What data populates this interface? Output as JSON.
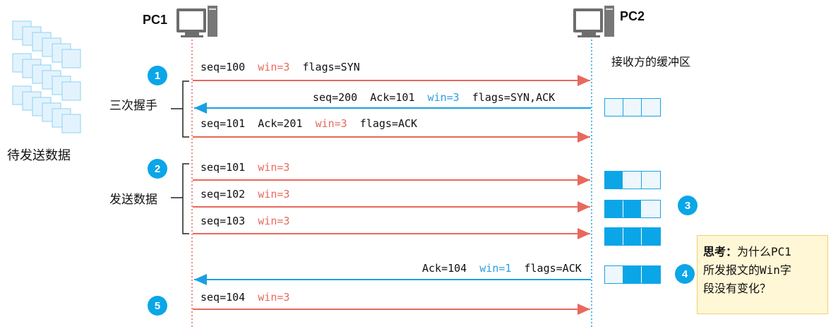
{
  "pc1": {
    "label": "PC1"
  },
  "pc2": {
    "label": "PC2"
  },
  "pending_label": "待发送数据",
  "buffer_label": "接收方的缓冲区",
  "groups": {
    "handshake": "三次握手",
    "send": "发送数据"
  },
  "steps": [
    "1",
    "2",
    "3",
    "4",
    "5"
  ],
  "messages": [
    {
      "seq": "seq=100",
      "win": "win=3",
      "flags": "flags=SYN"
    },
    {
      "seq": "seq=200",
      "ack": "Ack=101",
      "win": "win=3",
      "flags": "flags=SYN,ACK"
    },
    {
      "seq": "seq=101",
      "ack": "Ack=201",
      "win": "win=3",
      "flags": "flags=ACK"
    },
    {
      "seq": "seq=101",
      "win": "win=3"
    },
    {
      "seq": "seq=102",
      "win": "win=3"
    },
    {
      "seq": "seq=103",
      "win": "win=3"
    },
    {
      "ack": "Ack=104",
      "win": "win=1",
      "flags": "flags=ACK"
    },
    {
      "seq": "seq=104",
      "win": "win=3"
    }
  ],
  "buffer_states": [
    {
      "filled": [
        false,
        false,
        false
      ]
    },
    {
      "filled": [
        true,
        false,
        false
      ]
    },
    {
      "filled": [
        true,
        true,
        false
      ]
    },
    {
      "filled": [
        true,
        true,
        true
      ]
    },
    {
      "filled": [
        false,
        true,
        true
      ]
    }
  ],
  "note": {
    "title": "思考：",
    "text1": "为什么PC1",
    "text2": "所发报文的Win字",
    "text3": "段没有变化？"
  },
  "colors": {
    "pc1_to_pc2": "#e8695c",
    "pc2_to_pc1": "#1aa0e0",
    "win_red": "#e8695c",
    "win_blue": "#2a9fde"
  }
}
